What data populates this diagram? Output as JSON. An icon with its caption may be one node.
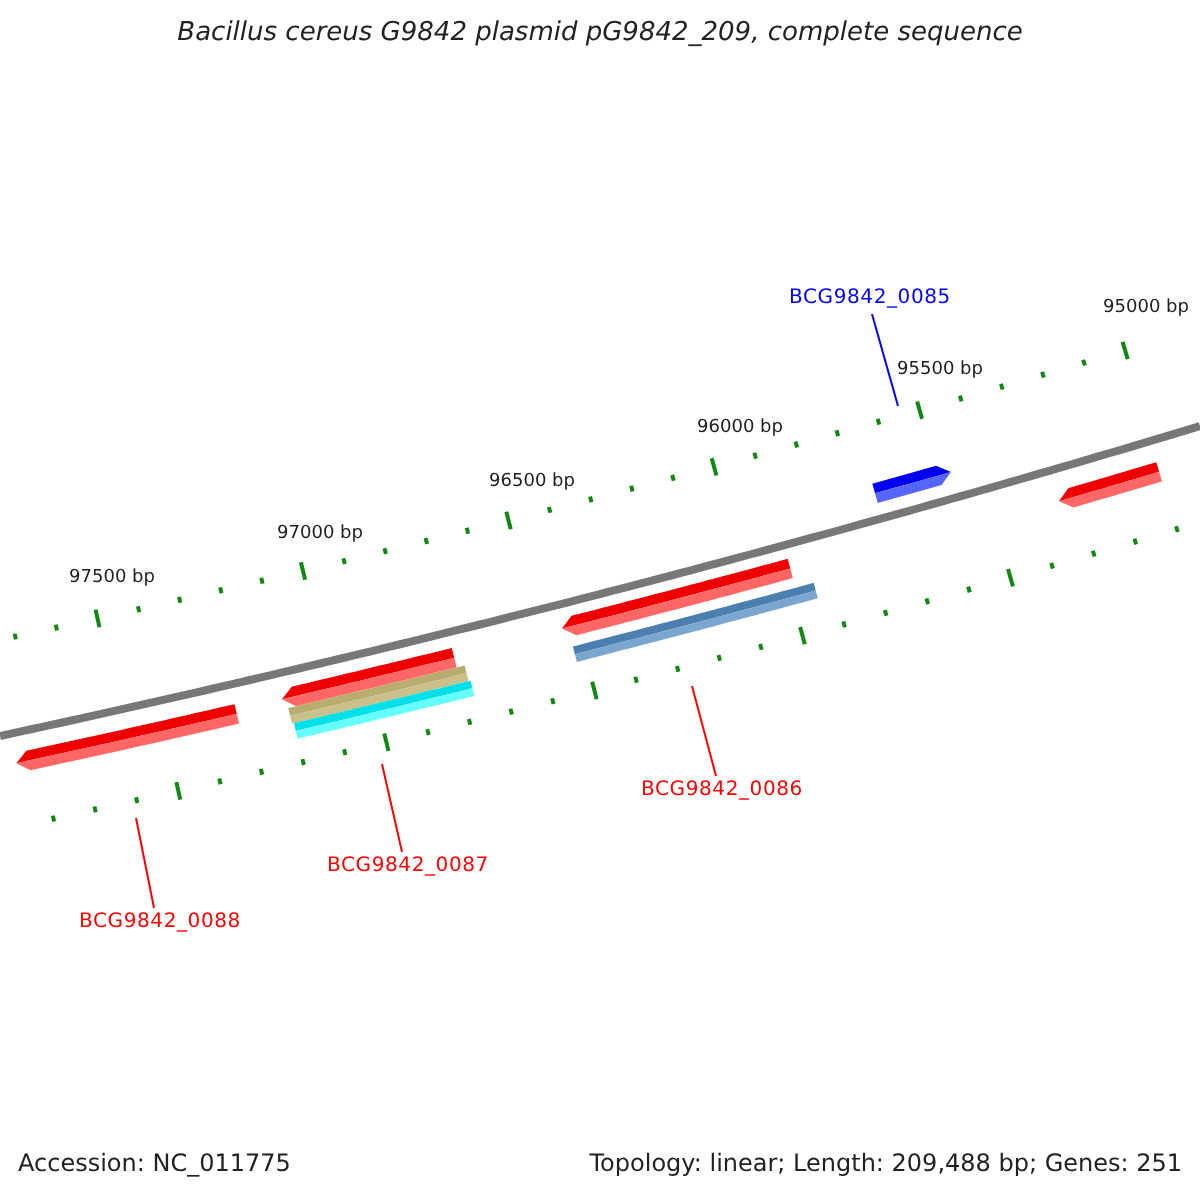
{
  "diagram": {
    "title": "Bacillus cereus G9842 plasmid pG9842_209, complete sequence",
    "nodes": [
      {
        "text": [
          "BCG9842_0085"
        ]
      },
      {
        "text": [
          "BCG9842_0086"
        ]
      },
      {
        "text": [
          "BCG9842_0087"
        ]
      },
      {
        "text": [
          "BCG9842_0088"
        ]
      }
    ],
    "edges": [
      {
        "from": 0,
        "to": null,
        "arrow": "none",
        "color": "#0000ff"
      },
      {
        "from": 1,
        "to": null,
        "arrow": "none"
      },
      {
        "from": 2,
        "to": null,
        "arrow": "none"
      },
      {
        "from": 3,
        "to": null,
        "arrow": "none"
      }
    ],
    "labels": [
      "95000 bp",
      "95500 bp",
      "96000 bp",
      "96500 bp",
      "97000 bp",
      "97500 bp",
      "Accession: NC_011775",
      "Topology: linear; Length: 209,488 bp; Genes: 251"
    ]
  }
}
